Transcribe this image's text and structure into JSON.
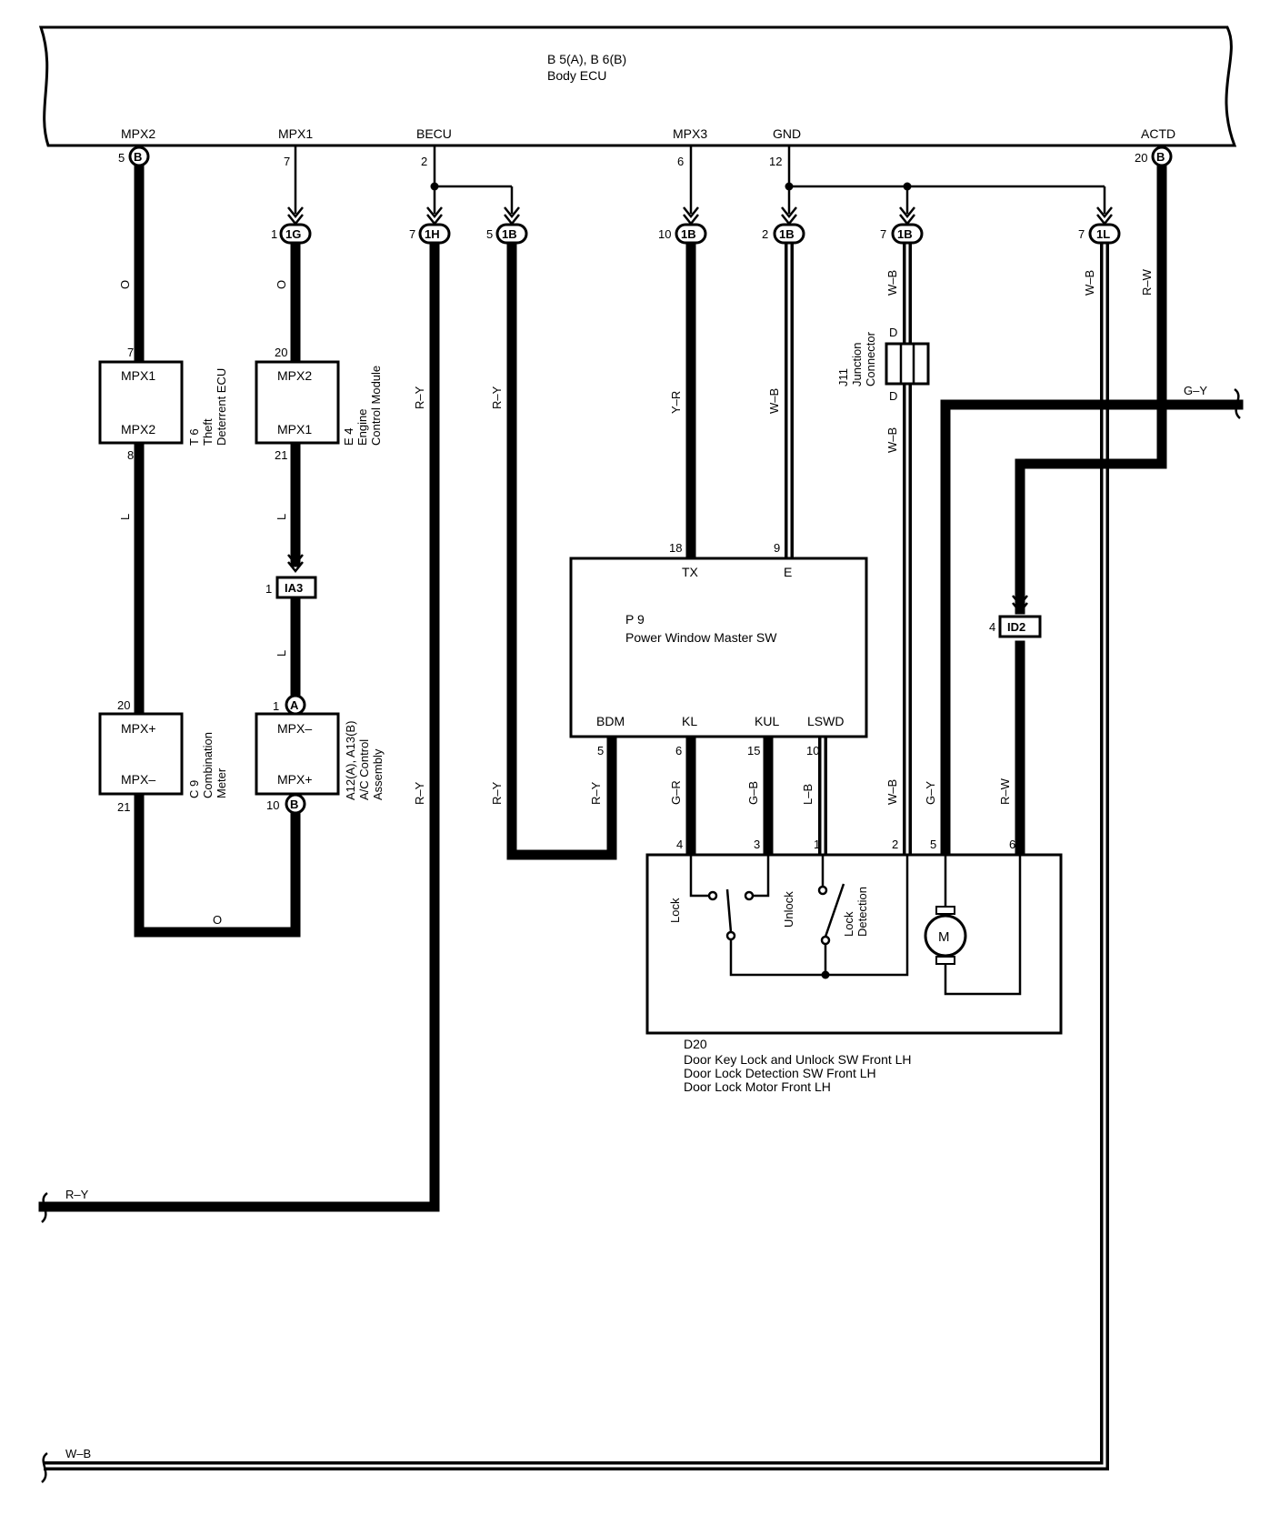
{
  "ecu": {
    "id": "B 5(A), B 6(B)",
    "name": "Body ECU",
    "terminals": [
      {
        "label": "MPX2",
        "pin": "5",
        "conn": "B"
      },
      {
        "label": "MPX1",
        "pin": "7"
      },
      {
        "label": "BECU",
        "pin": "2"
      },
      {
        "label": "MPX3",
        "pin": "6"
      },
      {
        "label": "GND",
        "pin": "12"
      },
      {
        "label": "ACTD",
        "pin": "20",
        "conn": "B"
      }
    ]
  },
  "junctions": [
    {
      "pin": "1",
      "label": "1G"
    },
    {
      "pin": "7",
      "label": "1H"
    },
    {
      "pin": "5",
      "label": "1B"
    },
    {
      "pin": "10",
      "label": "1B"
    },
    {
      "pin": "2",
      "label": "1B"
    },
    {
      "pin": "7",
      "label": "1B"
    },
    {
      "pin": "7",
      "label": "1L"
    }
  ],
  "components": {
    "t6": {
      "id": "T 6",
      "name_lines": [
        "Theft",
        "Deterrent ECU"
      ],
      "top": "MPX1",
      "bottom": "MPX2",
      "pin_top": "7",
      "pin_bottom": "8"
    },
    "e4": {
      "id": "E 4",
      "name_lines": [
        "Engine",
        "Control Module"
      ],
      "top": "MPX2",
      "bottom": "MPX1",
      "pin_top": "20",
      "pin_bottom": "21"
    },
    "c9": {
      "id": "C 9",
      "name_lines": [
        "Combination",
        "Meter"
      ],
      "top": "MPX+",
      "bottom": "MPX–",
      "pin_top": "20",
      "pin_bottom": "21"
    },
    "a12": {
      "id": "A12(A), A13(B)",
      "name_lines": [
        "A/C Control",
        "Assembly"
      ],
      "top": "MPX–",
      "bottom": "MPX+",
      "pin_top": "1",
      "conn_top": "A",
      "pin_bottom": "10",
      "conn_bottom": "B"
    },
    "j11": {
      "id": "J11",
      "name_lines": [
        "Junction",
        "Connector"
      ],
      "pin": "D"
    },
    "p9": {
      "id": "P 9",
      "name": "Power Window Master SW",
      "top_terminals": [
        {
          "label": "TX",
          "pin": "18"
        },
        {
          "label": "E",
          "pin": "9"
        }
      ],
      "bottom_terminals": [
        {
          "label": "BDM",
          "pin": "5"
        },
        {
          "label": "KL",
          "pin": "6"
        },
        {
          "label": "KUL",
          "pin": "15"
        },
        {
          "label": "LSWD",
          "pin": "10"
        }
      ]
    },
    "d20": {
      "id": "D20",
      "lines": [
        "Door Key Lock and Unlock SW Front LH",
        "Door Lock Detection SW Front LH",
        "Door Lock Motor Front LH"
      ],
      "pins": [
        "4",
        "3",
        "1",
        "2",
        "5",
        "6"
      ],
      "labels": {
        "lock": "Lock",
        "unlock": "Unlock",
        "lock_detection": [
          "Lock",
          "Detection"
        ],
        "motor": "M"
      }
    }
  },
  "inline_connectors": [
    {
      "pin": "1",
      "label": "IA3"
    },
    {
      "pin": "4",
      "label": "ID2"
    }
  ],
  "wire_colors": {
    "o": "O",
    "l": "L",
    "ry": "R–Y",
    "yr": "Y–R",
    "wb": "W–B",
    "rw": "R–W",
    "gy": "G–Y",
    "gr": "G–R",
    "gb": "G–B",
    "lb": "L–B"
  }
}
